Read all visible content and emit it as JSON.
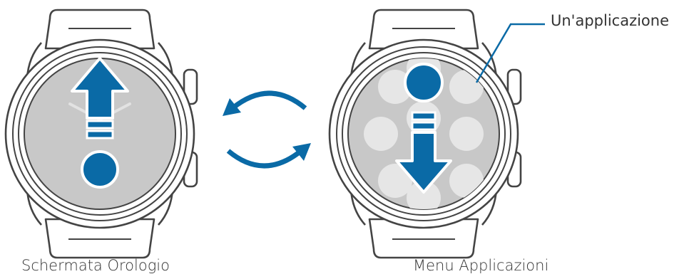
{
  "colors": {
    "accent": "#0a6aa6",
    "watch_outline": "#4a4a4a",
    "screen": "#c8c8c8",
    "app_circle": "#e6e6e6",
    "text": "#333333"
  },
  "left_watch": {
    "caption": "Schermata Orologio",
    "gesture": "swipe-up"
  },
  "right_watch": {
    "caption": "Menu Applicazioni",
    "gesture": "swipe-down",
    "callout": "Un'applicazione"
  },
  "icons": [
    "swap-arrows-icon",
    "swipe-up-arrow-icon",
    "swipe-down-arrow-icon"
  ]
}
